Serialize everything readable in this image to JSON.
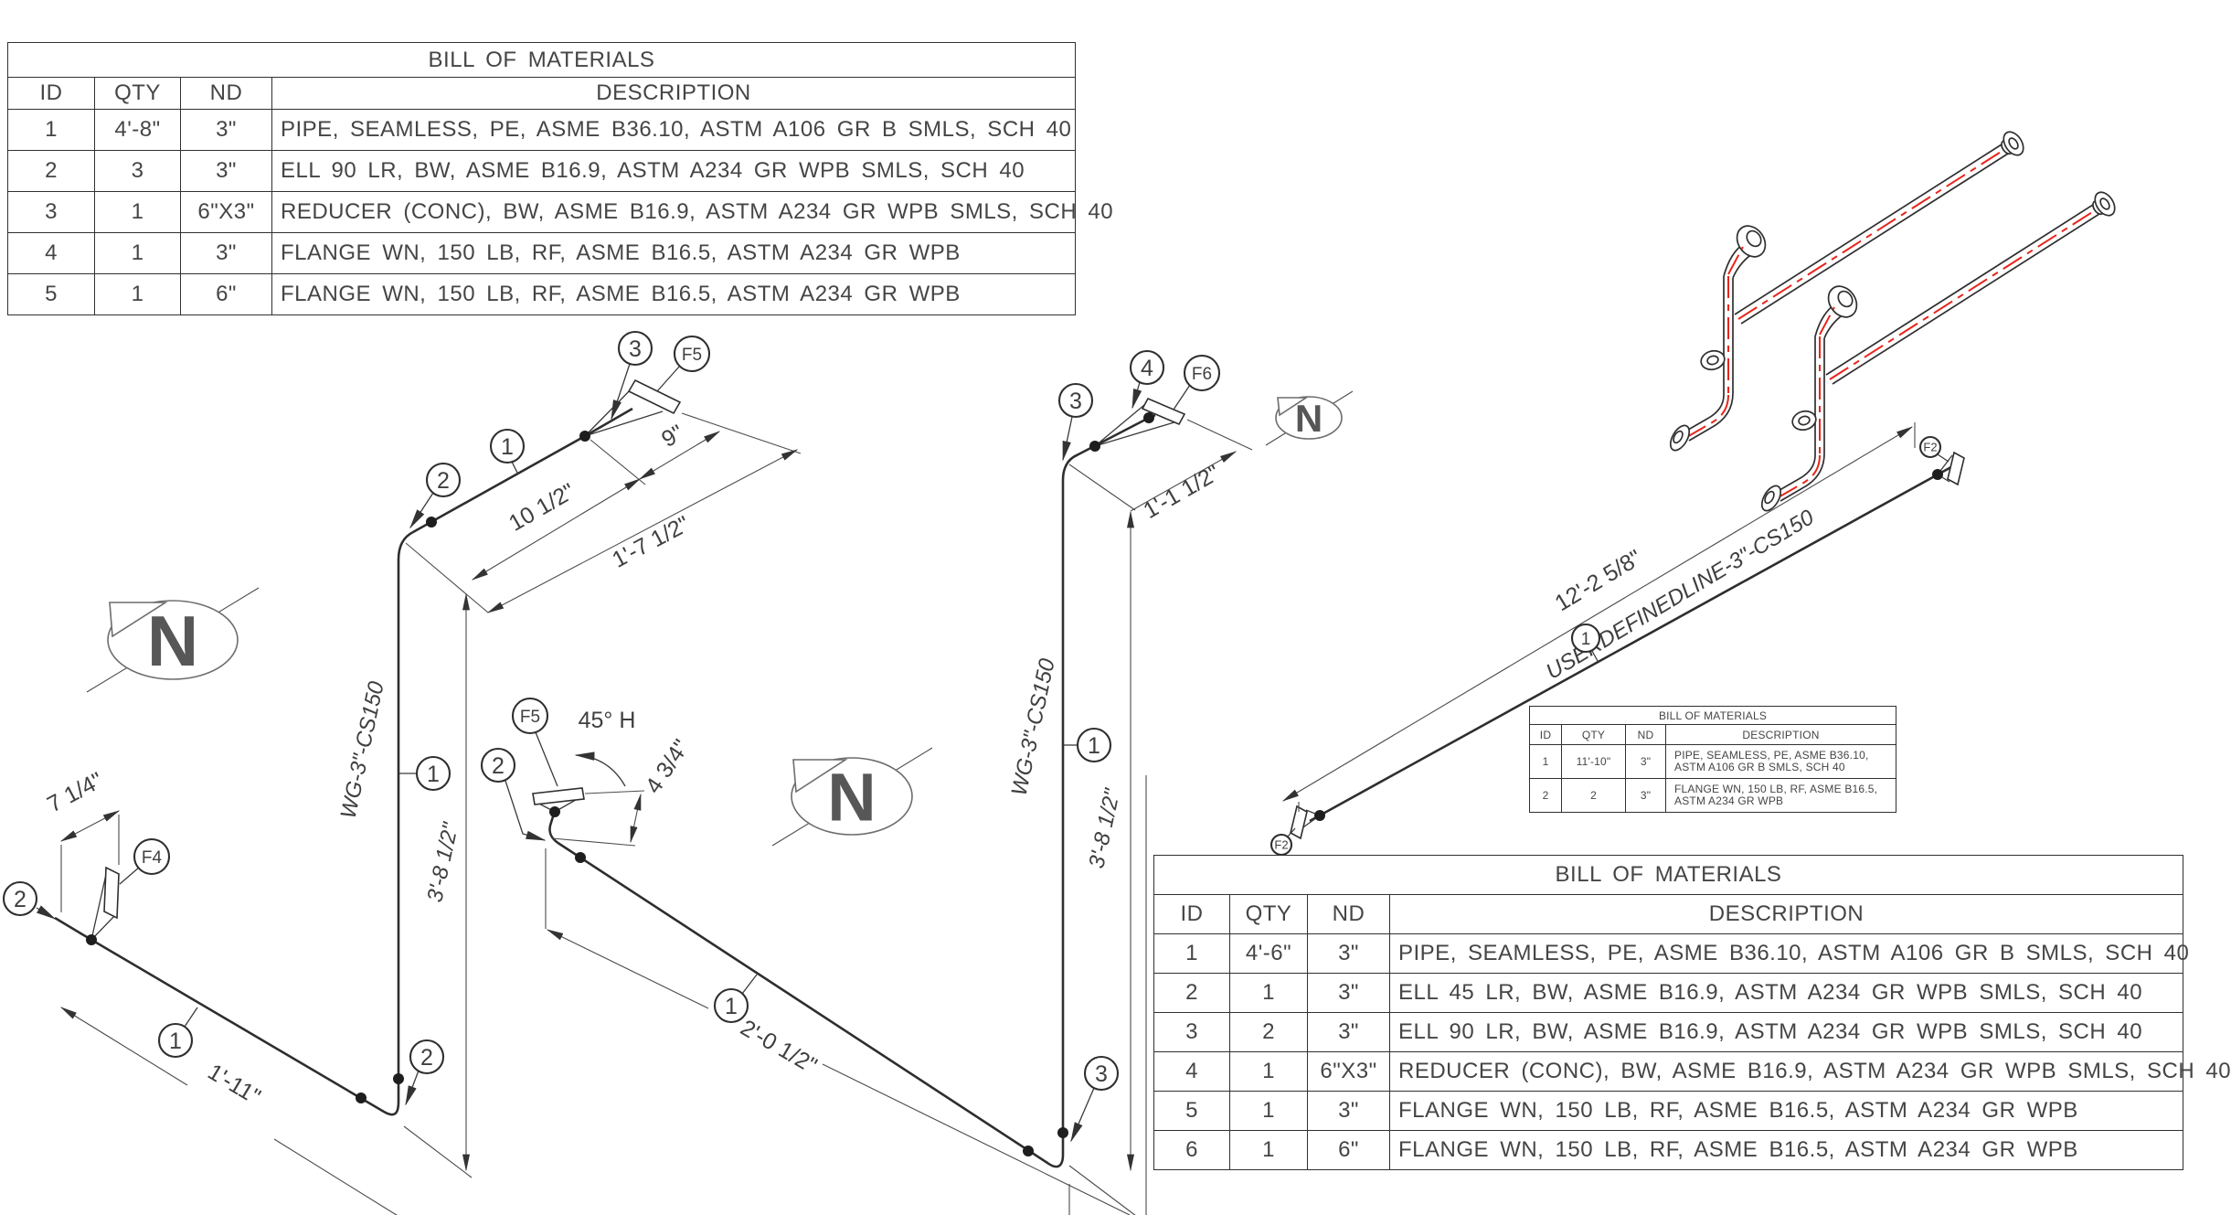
{
  "tables": {
    "left": {
      "title": "BILL OF MATERIALS",
      "headers": {
        "id": "ID",
        "qty": "QTY",
        "nd": "ND",
        "desc": "DESCRIPTION"
      },
      "rows": [
        {
          "id": "1",
          "qty": "4'-8\"",
          "nd": "3\"",
          "desc": "PIPE, SEAMLESS, PE, ASME B36.10, ASTM A106 GR B SMLS, SCH 40"
        },
        {
          "id": "2",
          "qty": "3",
          "nd": "3\"",
          "desc": "ELL 90 LR, BW, ASME B16.9, ASTM A234 GR WPB SMLS, SCH 40"
        },
        {
          "id": "3",
          "qty": "1",
          "nd": "6\"X3\"",
          "desc": "REDUCER (CONC), BW, ASME B16.9, ASTM A234 GR WPB SMLS, SCH 40"
        },
        {
          "id": "4",
          "qty": "1",
          "nd": "3\"",
          "desc": "FLANGE WN, 150 LB, RF, ASME B16.5, ASTM A234 GR WPB"
        },
        {
          "id": "5",
          "qty": "1",
          "nd": "6\"",
          "desc": "FLANGE WN, 150 LB, RF, ASME B16.5, ASTM A234 GR WPB"
        }
      ]
    },
    "right": {
      "title": "BILL OF MATERIALS",
      "headers": {
        "id": "ID",
        "qty": "QTY",
        "nd": "ND",
        "desc": "DESCRIPTION"
      },
      "rows": [
        {
          "id": "1",
          "qty": "4'-6\"",
          "nd": "3\"",
          "desc": "PIPE, SEAMLESS, PE, ASME B36.10, ASTM A106 GR B SMLS, SCH 40"
        },
        {
          "id": "2",
          "qty": "1",
          "nd": "3\"",
          "desc": "ELL 45 LR, BW, ASME B16.9, ASTM A234 GR WPB SMLS, SCH 40"
        },
        {
          "id": "3",
          "qty": "2",
          "nd": "3\"",
          "desc": "ELL 90 LR, BW, ASME B16.9, ASTM A234 GR WPB SMLS, SCH 40"
        },
        {
          "id": "4",
          "qty": "1",
          "nd": "6\"X3\"",
          "desc": "REDUCER (CONC), BW, ASME B16.9, ASTM A234 GR WPB SMLS, SCH 40"
        },
        {
          "id": "5",
          "qty": "1",
          "nd": "3\"",
          "desc": "FLANGE WN, 150 LB, RF, ASME B16.5, ASTM A234 GR WPB"
        },
        {
          "id": "6",
          "qty": "1",
          "nd": "6\"",
          "desc": "FLANGE WN, 150 LB, RF, ASME B16.5, ASTM A234 GR WPB"
        }
      ]
    },
    "small": {
      "title": "BILL OF MATERIALS",
      "headers": {
        "id": "ID",
        "qty": "QTY",
        "nd": "ND",
        "desc": "DESCRIPTION"
      },
      "rows": [
        {
          "id": "1",
          "qty": "11'-10\"",
          "nd": "3\"",
          "desc": "PIPE, SEAMLESS, PE, ASME B36.10, ASTM A106 GR B SMLS, SCH 40"
        },
        {
          "id": "2",
          "qty": "2",
          "nd": "3\"",
          "desc": "FLANGE WN, 150 LB, RF, ASME B16.5, ASTM A234 GR WPB"
        }
      ]
    }
  },
  "iso1": {
    "pipe_label": "WG-3\"-CS150",
    "dim_flange_offset": "7 1/4\"",
    "dim_bottom_run": "1'-11\"",
    "dim_riser": "3'-8 1/2\"",
    "dim_top_run": "10 1/2\"",
    "dim_top_ext": "9\"",
    "dim_top_total": "1'-7 1/2\"",
    "balloon_start_ell": "2",
    "balloon_start_flange": "F4",
    "balloon_bottom_run": "1",
    "balloon_bottom_ell": "2",
    "balloon_riser": "1",
    "balloon_top_ell": "2",
    "balloon_top_run": "1",
    "balloon_reducer": "3",
    "balloon_top_flange": "F5"
  },
  "iso2": {
    "pipe_label": "WG-3\"-CS150",
    "flange_note": "45° H",
    "dim_flange_offset": "4 3/4\"",
    "dim_bottom_run": "2'-0 1/2\"",
    "dim_riser": "3'-8 1/2\"",
    "dim_top_run": "1'-1 1/2\"",
    "balloon_flange_45": "F5",
    "balloon_ell_45": "2",
    "balloon_bottom_run": "1",
    "balloon_bottom_ell": "3",
    "balloon_riser": "1",
    "balloon_top_ell": "3",
    "balloon_reducer": "4",
    "balloon_top_flange": "F6"
  },
  "iso3": {
    "pipe_label": "USERDEFINEDLINE-3\"-CS150",
    "dim_length": "12'-2 5/8\"",
    "balloon_run": "1",
    "balloon_flange_start": "F2",
    "balloon_flange_end": "F2"
  },
  "north": {
    "label": "N"
  }
}
